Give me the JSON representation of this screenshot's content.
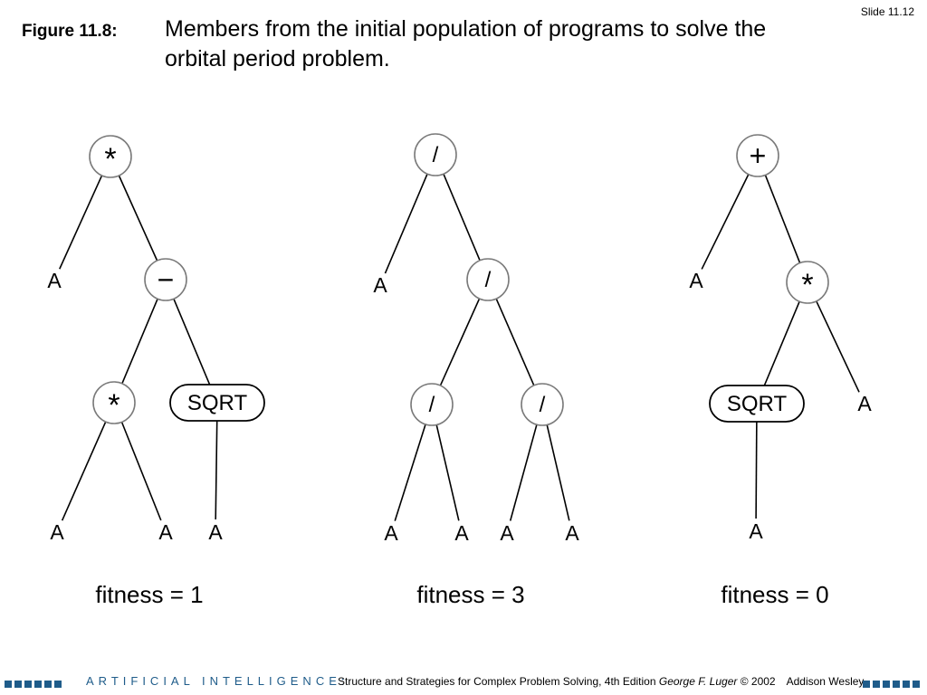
{
  "slide_number": "Slide 11.12",
  "figure": {
    "label": "Figure 11.8:",
    "caption": "Members from the initial population of programs to solve the orbital period problem."
  },
  "trees": [
    {
      "fitness": "fitness = 1",
      "nodes": [
        {
          "id": "t1n1",
          "label": "*",
          "kind": "op"
        },
        {
          "id": "t1n2",
          "label": "A",
          "kind": "leaf"
        },
        {
          "id": "t1n3",
          "label": "−",
          "kind": "op"
        },
        {
          "id": "t1n4",
          "label": "*",
          "kind": "op"
        },
        {
          "id": "t1n5",
          "label": "SQRT",
          "kind": "fn"
        },
        {
          "id": "t1n6",
          "label": "A",
          "kind": "leaf"
        },
        {
          "id": "t1n7",
          "label": "A",
          "kind": "leaf"
        },
        {
          "id": "t1n8",
          "label": "A",
          "kind": "leaf"
        }
      ],
      "edges": [
        [
          "t1n1",
          "t1n2"
        ],
        [
          "t1n1",
          "t1n3"
        ],
        [
          "t1n3",
          "t1n4"
        ],
        [
          "t1n3",
          "t1n5"
        ],
        [
          "t1n4",
          "t1n6"
        ],
        [
          "t1n4",
          "t1n7"
        ],
        [
          "t1n5",
          "t1n8"
        ]
      ]
    },
    {
      "fitness": "fitness = 3",
      "nodes": [
        {
          "id": "t2n1",
          "label": "/",
          "kind": "op"
        },
        {
          "id": "t2n2",
          "label": "A",
          "kind": "leaf"
        },
        {
          "id": "t2n3",
          "label": "/",
          "kind": "op"
        },
        {
          "id": "t2n4",
          "label": "/",
          "kind": "op"
        },
        {
          "id": "t2n5",
          "label": "/",
          "kind": "op"
        },
        {
          "id": "t2n6",
          "label": "A",
          "kind": "leaf"
        },
        {
          "id": "t2n7",
          "label": "A",
          "kind": "leaf"
        },
        {
          "id": "t2n8",
          "label": "A",
          "kind": "leaf"
        },
        {
          "id": "t2n9",
          "label": "A",
          "kind": "leaf"
        }
      ],
      "edges": [
        [
          "t2n1",
          "t2n2"
        ],
        [
          "t2n1",
          "t2n3"
        ],
        [
          "t2n3",
          "t2n4"
        ],
        [
          "t2n3",
          "t2n5"
        ],
        [
          "t2n4",
          "t2n6"
        ],
        [
          "t2n4",
          "t2n7"
        ],
        [
          "t2n5",
          "t2n8"
        ],
        [
          "t2n5",
          "t2n9"
        ]
      ]
    },
    {
      "fitness": "fitness = 0",
      "nodes": [
        {
          "id": "t3n1",
          "label": "+",
          "kind": "op"
        },
        {
          "id": "t3n2",
          "label": "A",
          "kind": "leaf"
        },
        {
          "id": "t3n3",
          "label": "*",
          "kind": "op"
        },
        {
          "id": "t3n4",
          "label": "SQRT",
          "kind": "fn"
        },
        {
          "id": "t3n5",
          "label": "A",
          "kind": "leaf"
        },
        {
          "id": "t3n6",
          "label": "A",
          "kind": "leaf"
        }
      ],
      "edges": [
        [
          "t3n1",
          "t3n2"
        ],
        [
          "t3n1",
          "t3n3"
        ],
        [
          "t3n3",
          "t3n4"
        ],
        [
          "t3n3",
          "t3n5"
        ],
        [
          "t3n4",
          "t3n6"
        ]
      ]
    }
  ],
  "footer": {
    "ai_title": "ARTIFICIAL INTELLIGENCE:",
    "book_title": "Structure and Strategies for Complex Problem Solving, 4th Edition",
    "author": "George F. Luger",
    "copyright": "© 2002",
    "publisher": "Addison Wesley"
  },
  "colors": {
    "accent": "#1f5c8a"
  }
}
